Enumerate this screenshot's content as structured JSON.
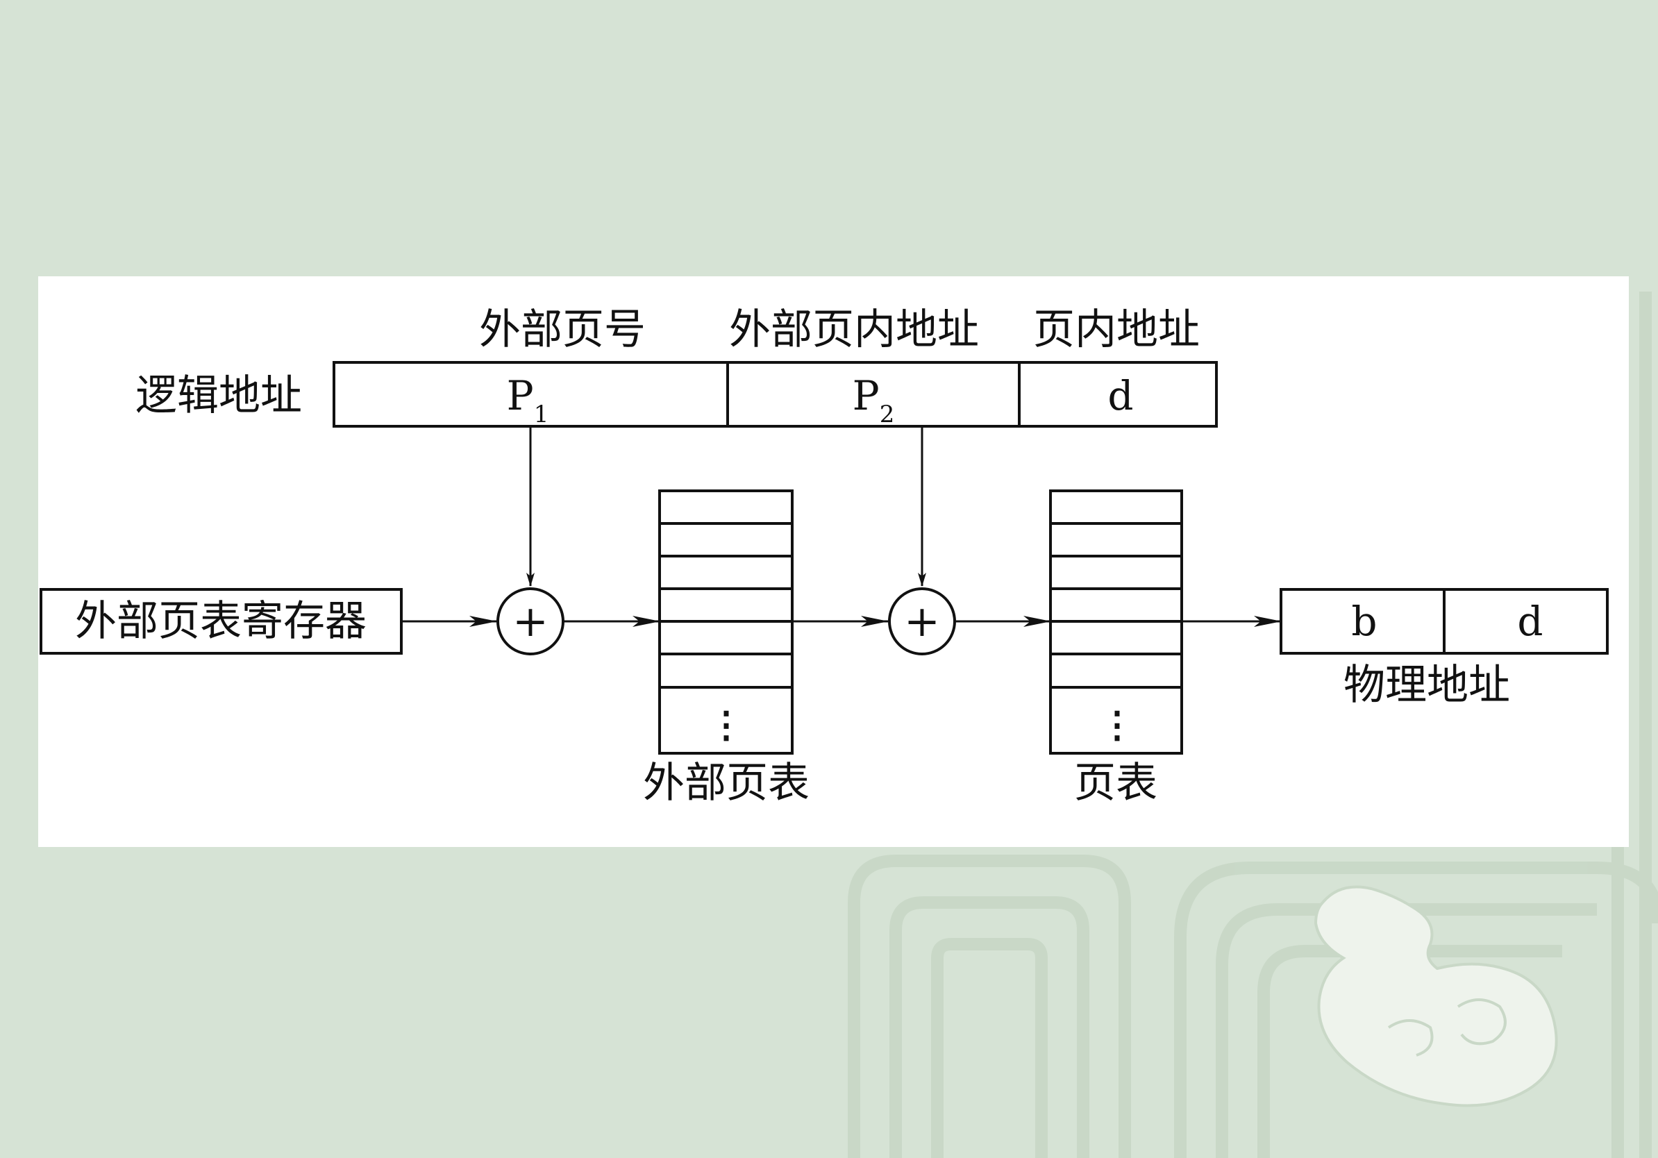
{
  "diagram": {
    "logical_address_label": "逻辑地址",
    "field_headers": {
      "outer_page_number": "外部页号",
      "outer_page_offset": "外部页内地址",
      "page_offset": "页内地址"
    },
    "logical_fields": {
      "p1_letter": "P",
      "p1_sub": "1",
      "p2_letter": "P",
      "p2_sub": "2",
      "d": "d"
    },
    "outer_page_table_register": "外部页表寄存器",
    "adder_symbol": "+",
    "ellipsis": "⋮",
    "outer_page_table_label": "外部页表",
    "page_table_label": "页表",
    "physical_address": {
      "b": "b",
      "d": "d",
      "label": "物理地址"
    }
  },
  "colors": {
    "background": "#d6e3d5",
    "panel": "#ffffff",
    "stroke": "#111111",
    "decoration": "#c2d3c0"
  }
}
